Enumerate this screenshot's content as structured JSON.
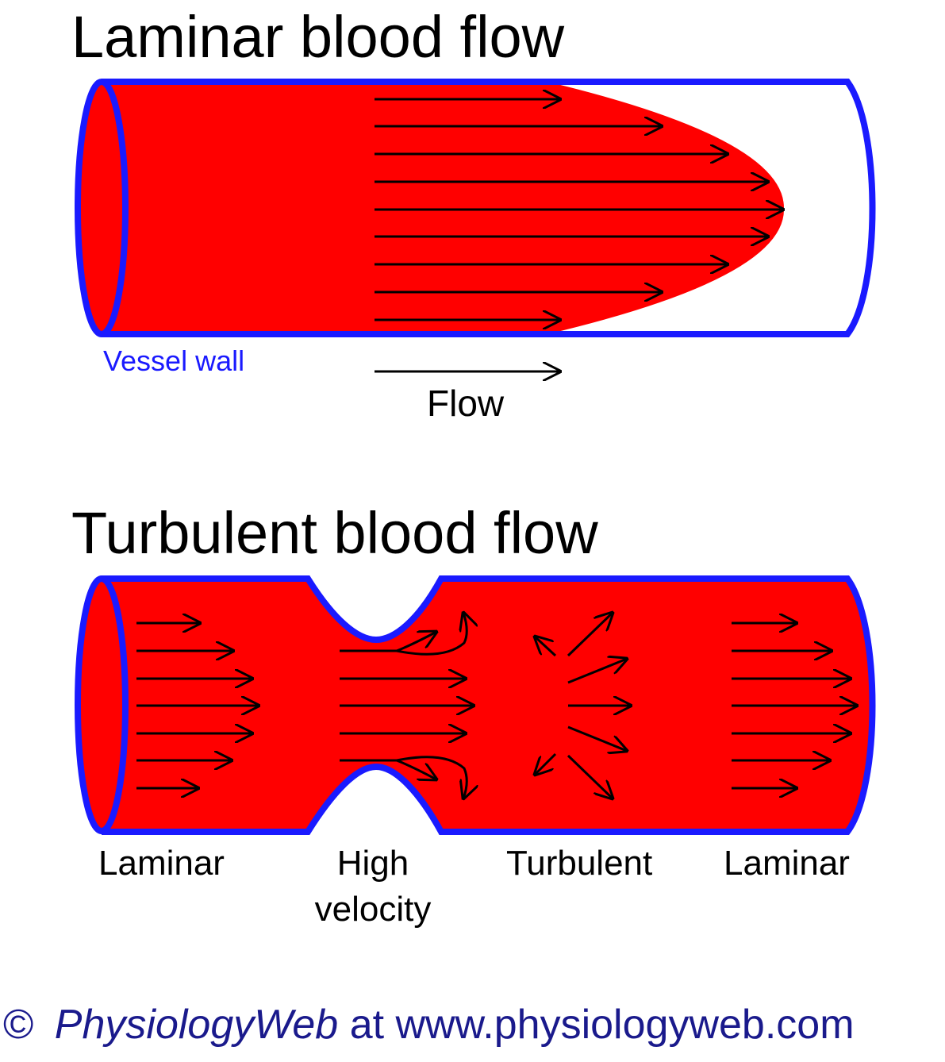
{
  "colors": {
    "blood": "#ff0000",
    "wall": "#1a1aff",
    "arrow": "#000000",
    "background": "#ffffff",
    "wall_label": "#1a1aff",
    "credit_brand": "#1a1a8c"
  },
  "laminar_section": {
    "title": "Laminar blood flow",
    "wall_label": "Vessel wall",
    "legend_label": "Flow"
  },
  "turbulent_section": {
    "title": "Turbulent blood flow",
    "region_labels": {
      "laminar_left": "Laminar",
      "high_velocity_line1": "High",
      "high_velocity_line2": "velocity",
      "turbulent": "Turbulent",
      "laminar_right": "Laminar"
    }
  },
  "credit": {
    "symbol": "©",
    "brand": "PhysiologyWeb",
    "rest": " at www.physiologyweb.com"
  }
}
